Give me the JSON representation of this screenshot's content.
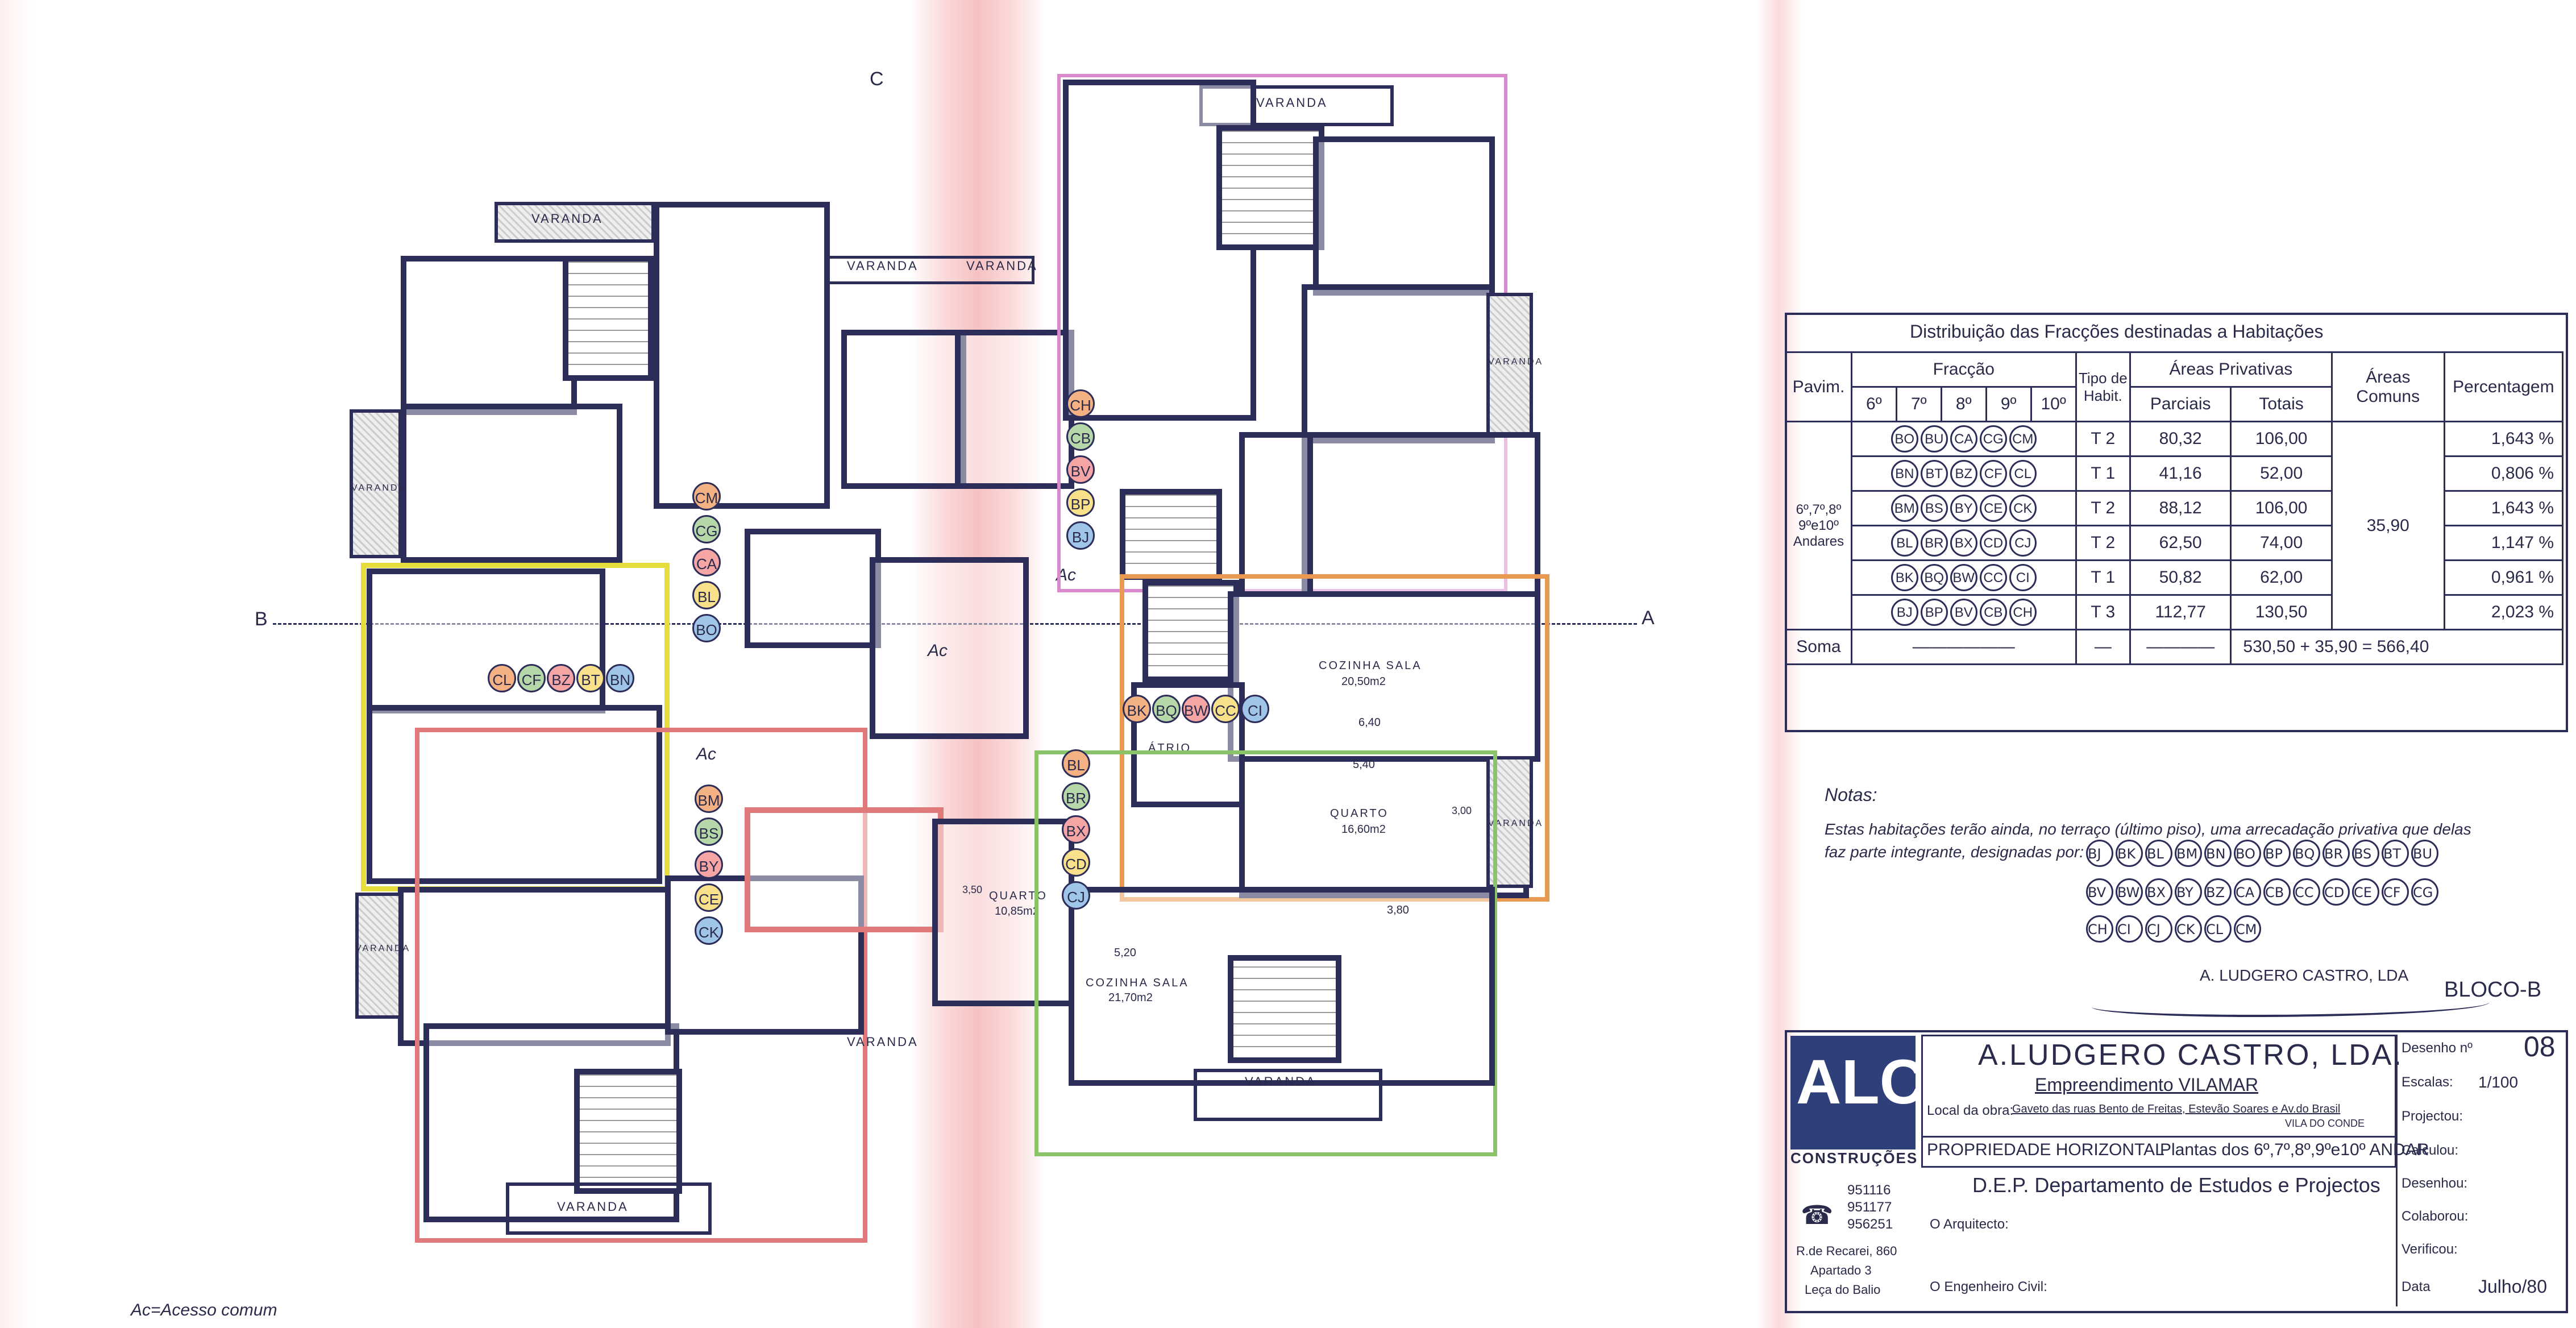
{
  "plan": {
    "varanda": "VARANDA",
    "ac": "Ac",
    "atrio": "ÁTRIO",
    "quarto": "QUARTO",
    "quarto_area": "16,60m2",
    "quarto_small": "QUARTO",
    "quarto_small_area": "10,85m2",
    "cozinha_sala": "COZINHA SALA",
    "cozinha_sala_area_1": "20,50m2",
    "cozinha_sala_area_2": "21,70m2",
    "dim_640": "6,40",
    "dim_540": "5,40",
    "dim_380": "3,80",
    "dim_520": "5,20",
    "dim_350": "3,50",
    "dim_300": "3,00",
    "section_b": "B",
    "section_a": "A",
    "section_c": "C",
    "left_labels": [
      "CL",
      "CF",
      "BZ",
      "BT",
      "BN"
    ],
    "column_1": [
      "CM",
      "CG",
      "CA",
      "BL",
      "BO"
    ],
    "column_2": [
      "CH",
      "CB",
      "BV",
      "BP",
      "BJ"
    ],
    "column_3": [
      "BM",
      "BS",
      "BY",
      "CE",
      "CK"
    ],
    "column_4": [
      "BL",
      "BR",
      "BX",
      "CD",
      "CJ"
    ],
    "row_atrio": [
      "BK",
      "BQ",
      "BW",
      "CC",
      "CI"
    ],
    "footnote": "Ac=Acesso comum"
  },
  "table": {
    "title": "Distribuição das Fracções destinadas a Habitações",
    "h_pavim": "Pavim.",
    "h_fraccao": "Fracção",
    "h_floors": [
      "6º",
      "7º",
      "8º",
      "9º",
      "10º"
    ],
    "h_tipo": "Tipo de Habit.",
    "h_areas_priv": "Áreas Privativas",
    "h_parciais": "Parciais",
    "h_totais": "Totais",
    "h_areas_comuns": "Áreas Comuns",
    "h_percentagem": "Percentagem",
    "pavim_value": "6º,7º,8º 9ºe10º Andares",
    "comuns_value": "35,90",
    "rows": [
      {
        "codes": [
          "BO",
          "BU",
          "CA",
          "CG",
          "CM"
        ],
        "tipo": "T 2",
        "parciais": "80,32",
        "totais": "106,00",
        "perc": "1,643 %"
      },
      {
        "codes": [
          "BN",
          "BT",
          "BZ",
          "CF",
          "CL"
        ],
        "tipo": "T 1",
        "parciais": "41,16",
        "totais": "52,00",
        "perc": "0,806 %"
      },
      {
        "codes": [
          "BM",
          "BS",
          "BY",
          "CE",
          "CK"
        ],
        "tipo": "T 2",
        "parciais": "88,12",
        "totais": "106,00",
        "perc": "1,643 %"
      },
      {
        "codes": [
          "BL",
          "BR",
          "BX",
          "CD",
          "CJ"
        ],
        "tipo": "T 2",
        "parciais": "62,50",
        "totais": "74,00",
        "perc": "1,147 %"
      },
      {
        "codes": [
          "BK",
          "BQ",
          "BW",
          "CC",
          "CI"
        ],
        "tipo": "T 1",
        "parciais": "50,82",
        "totais": "62,00",
        "perc": "0,961 %"
      },
      {
        "codes": [
          "BJ",
          "BP",
          "BV",
          "CB",
          "CH"
        ],
        "tipo": "T 3",
        "parciais": "112,77",
        "totais": "130,50",
        "perc": "2,023 %"
      }
    ],
    "soma_label": "Soma",
    "soma_value": "530,50   +   35,90   =   566,40"
  },
  "notes": {
    "title": "Notas:",
    "text_1": "Estas habitações terão ainda, no terraço (último piso), uma arrecadação privativa que delas",
    "text_2": "faz parte integrante, designadas por:",
    "codes_1": [
      "BJ",
      "BK",
      "BL",
      "BM",
      "BN",
      "BO",
      "BP",
      "BQ",
      "BR",
      "BS",
      "BT",
      "BU"
    ],
    "codes_2": [
      "BV",
      "BW",
      "BX",
      "BY",
      "BZ",
      "CA",
      "CB",
      "CC",
      "CD",
      "CE",
      "CF",
      "CG"
    ],
    "codes_3": [
      "CH",
      "CI",
      "CJ",
      "CK",
      "CL",
      "CM"
    ],
    "signature_name": "A. LUDGERO CASTRO, LDA",
    "bloco": "BLOCO-B"
  },
  "titleblock": {
    "logo": "ALC",
    "logo_caption": "CONSTRUÇÕES",
    "phones": [
      "951116",
      "951177",
      "956251"
    ],
    "address": [
      "R.de Recarei, 860",
      "Apartado 3",
      "Leça do Balio"
    ],
    "company": "A.LUDGERO CASTRO, LDA.",
    "project": "Empreendimento VILAMAR",
    "local_label": "Local da obra:",
    "local_value": "Gaveto das ruas Bento de Freitas, Estevão Soares e Av.do Brasil",
    "local_city": "VILA DO CONDE",
    "propriedade": "PROPRIEDADE HORIZONTAL",
    "plantas": "Plantas dos 6º,7º,8º,9ºe10º ANDAR",
    "dep": "D.E.P. Departamento de Estudos e Projectos",
    "arquitecto": "O Arquitecto:",
    "engenheiro": "O Engenheiro Civil:",
    "desenho_label": "Desenho nº",
    "desenho_value": "08",
    "escalas_label": "Escalas:",
    "escalas_value": "1/100",
    "projectou": "Projectou:",
    "calculou": "Calculou:",
    "desenhou": "Desenhou:",
    "colaborou": "Colaborou:",
    "verificou": "Verificou:",
    "data_label": "Data",
    "data_value": "Julho/80"
  }
}
